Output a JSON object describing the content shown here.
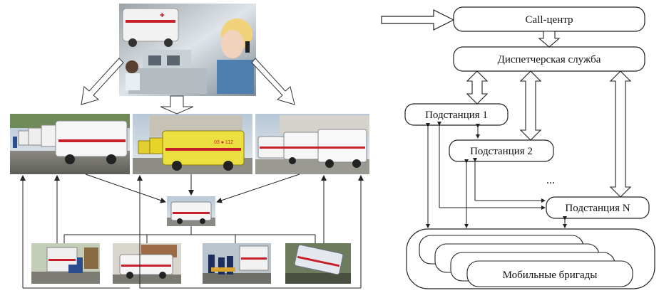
{
  "flowchart": {
    "call_center": "Call-центр",
    "dispatch": "Диспетчерская служба",
    "substation_1": "Подстанция 1",
    "substation_2": "Подстанция 2",
    "substation_n": "Подстанция N",
    "ellipsis": "...",
    "mobile_teams": "Мобильные бригады"
  },
  "photos": {
    "top": "call-center-operator-photo",
    "middle_row": [
      "ambulance-fleet-photo",
      "yellow-ambulance-photo",
      "ambulance-parking-photo"
    ],
    "center": "single-ambulance-photo",
    "bottom_row": [
      "patient-loading-photo",
      "ambulance-side-photo",
      "rescue-team-photo",
      "ambulance-on-road-photo"
    ]
  },
  "colors": {
    "ambulance_white": "#f4f4f4",
    "ambulance_yellow": "#e8d428",
    "stripe_red": "#c8202a",
    "line": "#222222"
  }
}
